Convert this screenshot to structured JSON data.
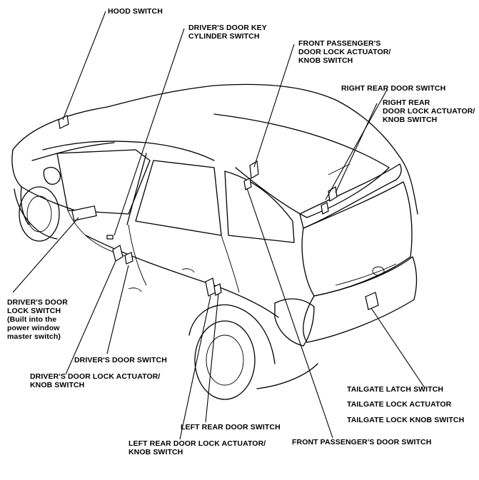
{
  "labels": {
    "hood_switch": "HOOD SWITCH",
    "drivers_door_key_cylinder_switch": "DRIVER'S DOOR KEY\nCYLINDER SWITCH",
    "front_passengers_door_lock_actuator": "FRONT PASSENGER'S\nDOOR LOCK ACTUATOR/\nKNOB SWITCH",
    "right_rear_door_switch": "RIGHT REAR DOOR SWITCH",
    "right_rear_door_lock_actuator": "RIGHT REAR\nDOOR LOCK ACTUATOR/\nKNOB SWITCH",
    "drivers_door_lock_switch": "DRIVER'S DOOR\nLOCK SWITCH\n(Built into the\npower window\nmaster switch)",
    "drivers_door_switch": "DRIVER'S DOOR SWITCH",
    "drivers_door_lock_actuator": "DRIVER'S DOOR LOCK ACTUATOR/\nKNOB SWITCH",
    "tailgate_latch_switch": "TAILGATE LATCH SWITCH",
    "tailgate_lock_actuator": "TAILGATE LOCK ACTUATOR",
    "tailgate_lock_knob_switch": "TAILGATE LOCK KNOB SWITCH",
    "left_rear_door_switch": "LEFT REAR DOOR SWITCH",
    "left_rear_door_lock_actuator": "LEFT REAR DOOR LOCK ACTUATOR/\nKNOB SWITCH",
    "front_passengers_door_switch": "FRONT PASSENGER'S DOOR SWITCH"
  },
  "colors": {
    "ink": "#000000",
    "background": "#ffffff"
  }
}
